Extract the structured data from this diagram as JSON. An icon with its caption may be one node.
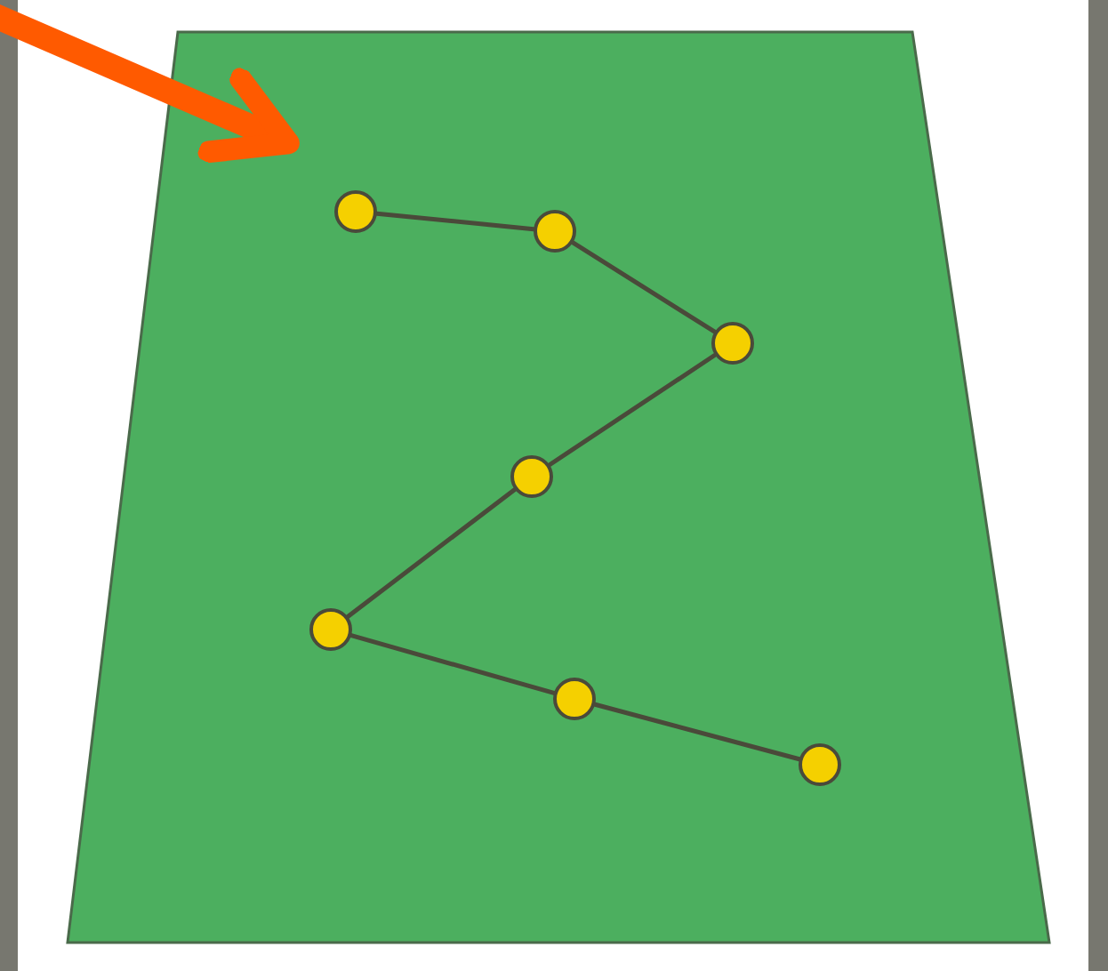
{
  "diagram": {
    "nodes": [
      {
        "text": [],
        "shape": "trapezoid"
      },
      {
        "text": [],
        "shape": "circle",
        "in": 0
      },
      {
        "text": [],
        "shape": "circle",
        "in": 0
      },
      {
        "text": [],
        "shape": "circle",
        "in": 0
      },
      {
        "text": [],
        "shape": "circle",
        "in": 0
      },
      {
        "text": [],
        "shape": "circle",
        "in": 0
      },
      {
        "text": [],
        "shape": "circle",
        "in": 0
      },
      {
        "text": [],
        "shape": "circle",
        "in": 0
      }
    ],
    "edges": [
      {
        "from": null,
        "to": 0,
        "arrow": "to",
        "style": "thick",
        "color": "#ff5a00"
      },
      {
        "from": 1,
        "to": 2,
        "arrow": "none"
      },
      {
        "from": 2,
        "to": 3,
        "arrow": "none"
      },
      {
        "from": 3,
        "to": 4,
        "arrow": "none"
      },
      {
        "from": 4,
        "to": 5,
        "arrow": "none"
      },
      {
        "from": 5,
        "to": 6,
        "arrow": "none"
      },
      {
        "from": 6,
        "to": 7,
        "arrow": "none"
      }
    ]
  }
}
